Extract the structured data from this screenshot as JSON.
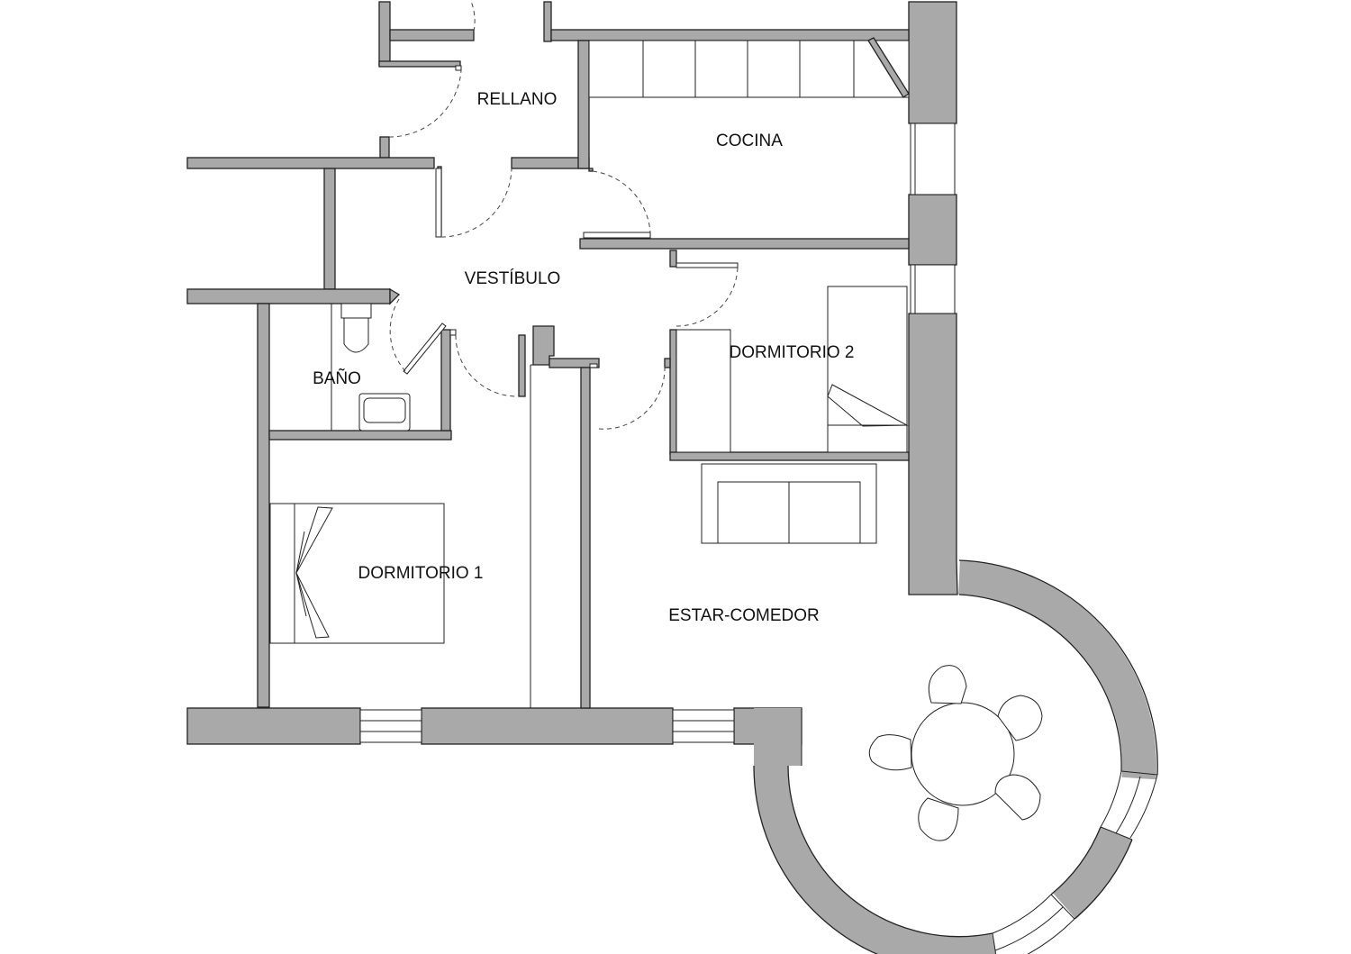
{
  "plan": {
    "rooms": {
      "rellano": "RELLANO",
      "cocina": "COCINA",
      "vestibulo": "VESTÍBULO",
      "dormitorio2": "DORMITORIO 2",
      "bano": "BAÑO",
      "dormitorio1": "DORMITORIO 1",
      "estar_comedor": "ESTAR-COMEDOR"
    },
    "colors": {
      "wall_fill": "#a9a9a9",
      "line": "#222222",
      "background": "#ffffff"
    }
  }
}
